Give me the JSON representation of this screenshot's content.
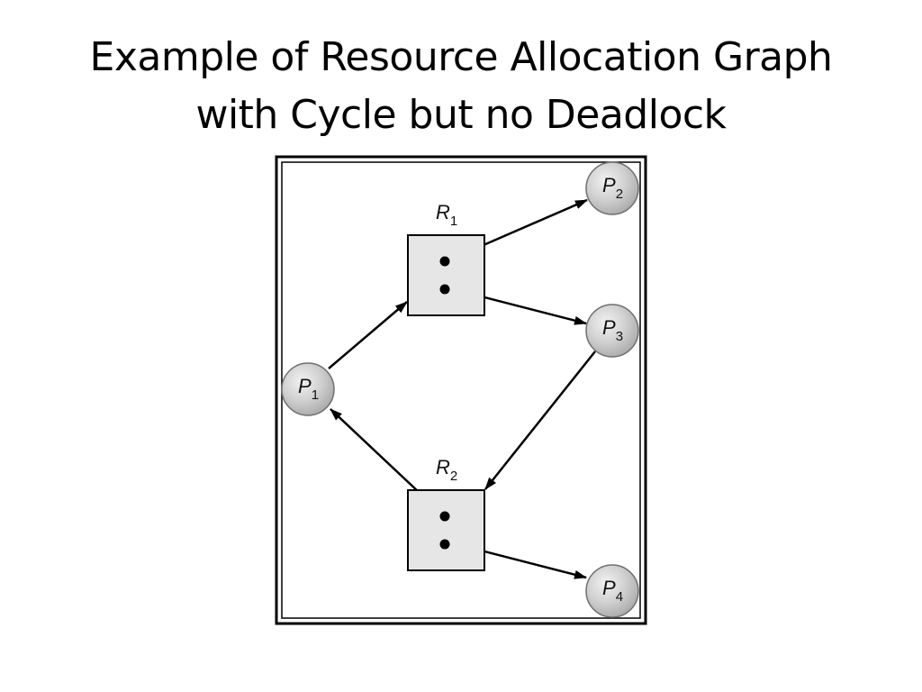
{
  "title": {
    "line1": "Example of Resource Allocation Graph",
    "line2": "with Cycle but no Deadlock"
  },
  "diagram": {
    "processes": [
      {
        "id": "P1",
        "letter": "P",
        "sub": "1"
      },
      {
        "id": "P2",
        "letter": "P",
        "sub": "2"
      },
      {
        "id": "P3",
        "letter": "P",
        "sub": "3"
      },
      {
        "id": "P4",
        "letter": "P",
        "sub": "4"
      }
    ],
    "resources": [
      {
        "id": "R1",
        "letter": "R",
        "sub": "1",
        "instances": 2
      },
      {
        "id": "R2",
        "letter": "R",
        "sub": "2",
        "instances": 2
      }
    ],
    "edges": [
      {
        "from": "P1",
        "to": "R1",
        "kind": "request"
      },
      {
        "from": "R1",
        "to": "P2",
        "kind": "assignment"
      },
      {
        "from": "R1",
        "to": "P3",
        "kind": "assignment"
      },
      {
        "from": "P3",
        "to": "R2",
        "kind": "request"
      },
      {
        "from": "R2",
        "to": "P1",
        "kind": "assignment"
      },
      {
        "from": "R2",
        "to": "P4",
        "kind": "assignment"
      }
    ],
    "colors": {
      "process_fill": "#c8c8c8",
      "resource_fill": "#e6e6e6",
      "stroke": "#000000"
    }
  }
}
